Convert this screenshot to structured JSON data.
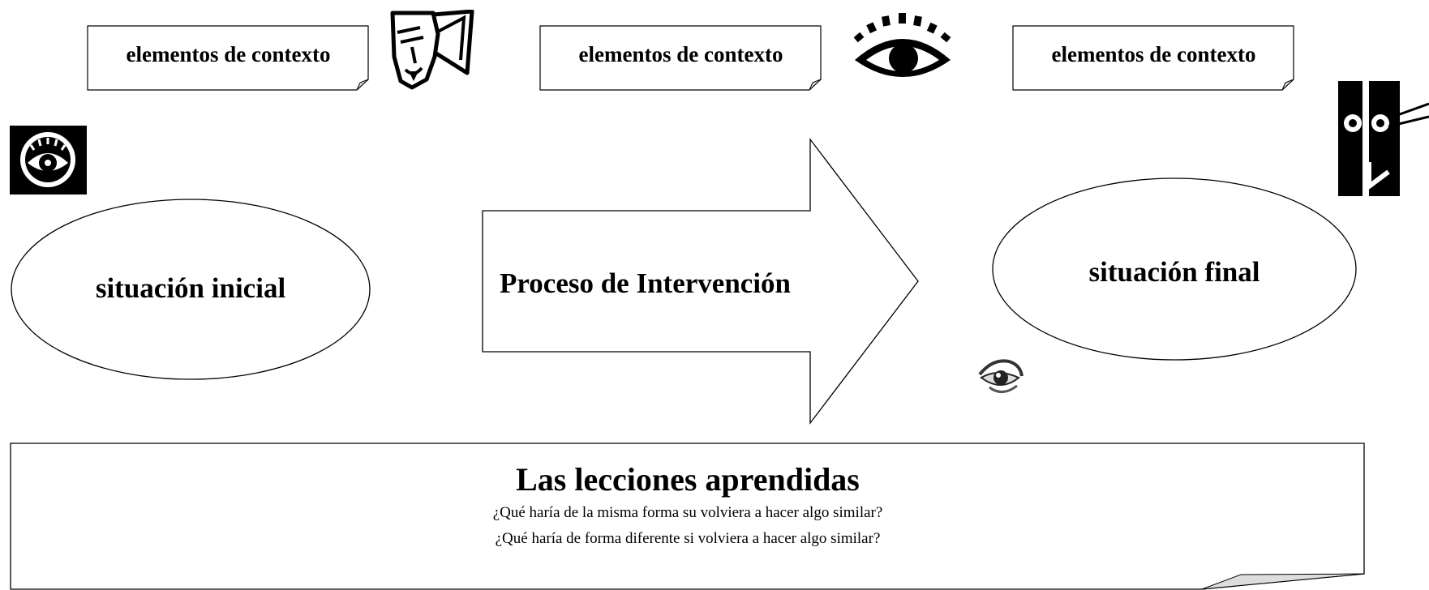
{
  "context_notes": [
    {
      "label": "elementos de contexto"
    },
    {
      "label": "elementos de contexto"
    },
    {
      "label": "elementos de contexto"
    }
  ],
  "initial_state": {
    "label": "situación inicial"
  },
  "process": {
    "label": "Proceso de Intervención"
  },
  "final_state": {
    "label": "situación final"
  },
  "lessons": {
    "title": "Las lecciones aprendidas",
    "questions": [
      "¿Qué haría de la misma forma su volviera a hacer algo similar?",
      "¿Qué haría de forma diferente si volviera a hacer algo similar?"
    ]
  },
  "icons": [
    "face-mask-icon",
    "eye-lashes-icon",
    "eye-badge-icon",
    "face-profile-icon",
    "small-eye-icon"
  ]
}
